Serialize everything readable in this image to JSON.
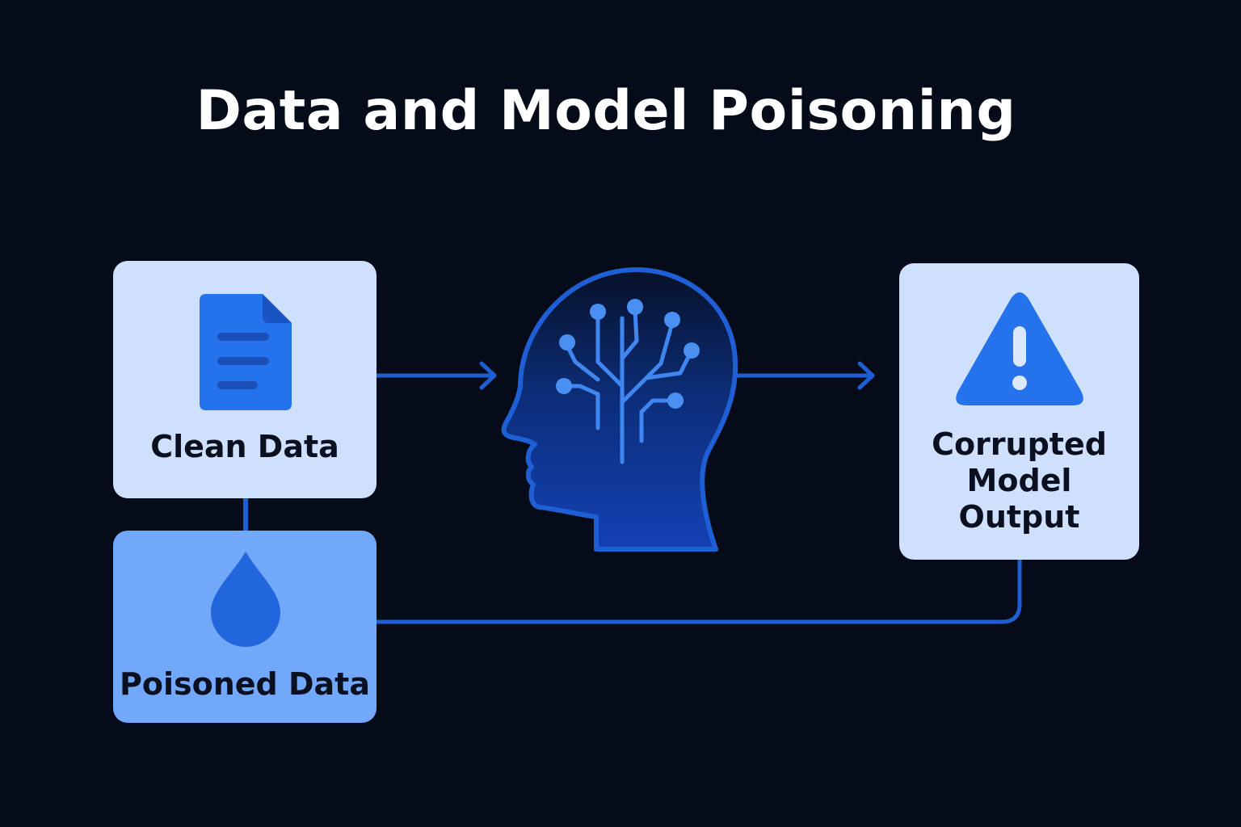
{
  "title": "Data and Model Poisoning",
  "nodes": {
    "clean_data": {
      "label": "Clean Data",
      "icon": "document-icon"
    },
    "poisoned_data": {
      "label": "Poisoned Data",
      "icon": "droplet-icon"
    },
    "model": {
      "icon": "brain-head-icon"
    },
    "output": {
      "label": "Corrupted\nModel\nOutput",
      "icon": "warning-icon"
    }
  },
  "colors": {
    "background": "#050b18",
    "accent": "#1f5fd6",
    "icon_blue": "#2473ec",
    "card_light": "#cfe0fd",
    "card_poison": "#72a8f9"
  }
}
